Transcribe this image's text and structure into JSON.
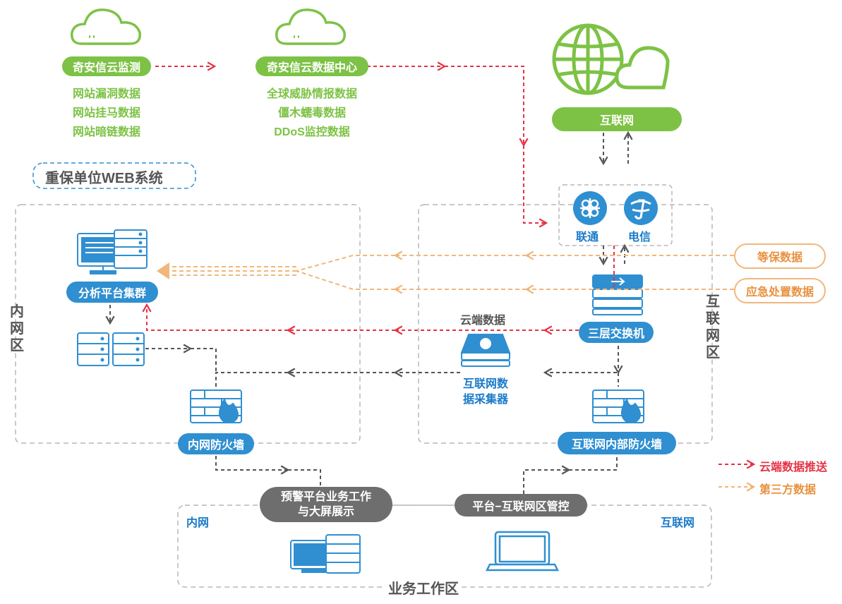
{
  "cloud_monitor": {
    "label": "奇安信云监测",
    "items": [
      "网站漏洞数据",
      "网站挂马数据",
      "网站暗链数据"
    ]
  },
  "cloud_datacenter": {
    "label": "奇安信云数据中心",
    "items": [
      "全球威胁情报数据",
      "僵木蠕毒数据",
      "DDoS监控数据"
    ]
  },
  "internet": {
    "label": "互联网"
  },
  "web_system": {
    "label": "重保单位WEB系统"
  },
  "carriers": {
    "unicom": "联通",
    "telecom": "电信"
  },
  "third_party": {
    "dengbao": "等保数据",
    "emergency": "应急处置数据"
  },
  "intranet_zone": {
    "label": "内网区"
  },
  "internet_zone": {
    "label": "互联网区"
  },
  "analysis": {
    "label": "分析平台集群"
  },
  "switch": {
    "label": "三层交换机"
  },
  "collector": {
    "cloud_label": "云端数据",
    "label_line1": "互联网数",
    "label_line2": "据采集器"
  },
  "intranet_fw": {
    "label": "内网防火墙"
  },
  "internet_fw": {
    "label": "互联网内部防火墙"
  },
  "warning_platform": {
    "line1": "预警平台业务工作",
    "line2": "与大屏展示"
  },
  "platform_control": {
    "label": "平台−互联网区管控"
  },
  "work_area": {
    "label": "业务工作区",
    "intranet": "内网",
    "internet": "互联网"
  },
  "legend": {
    "cloud_push": "云端数据推送",
    "third_party": "第三方数据"
  },
  "colors": {
    "green": "#7dc245",
    "blue": "#2f8fd1",
    "red": "#e53346",
    "orange": "#f0b77a",
    "gray": "#6e6e6e"
  }
}
